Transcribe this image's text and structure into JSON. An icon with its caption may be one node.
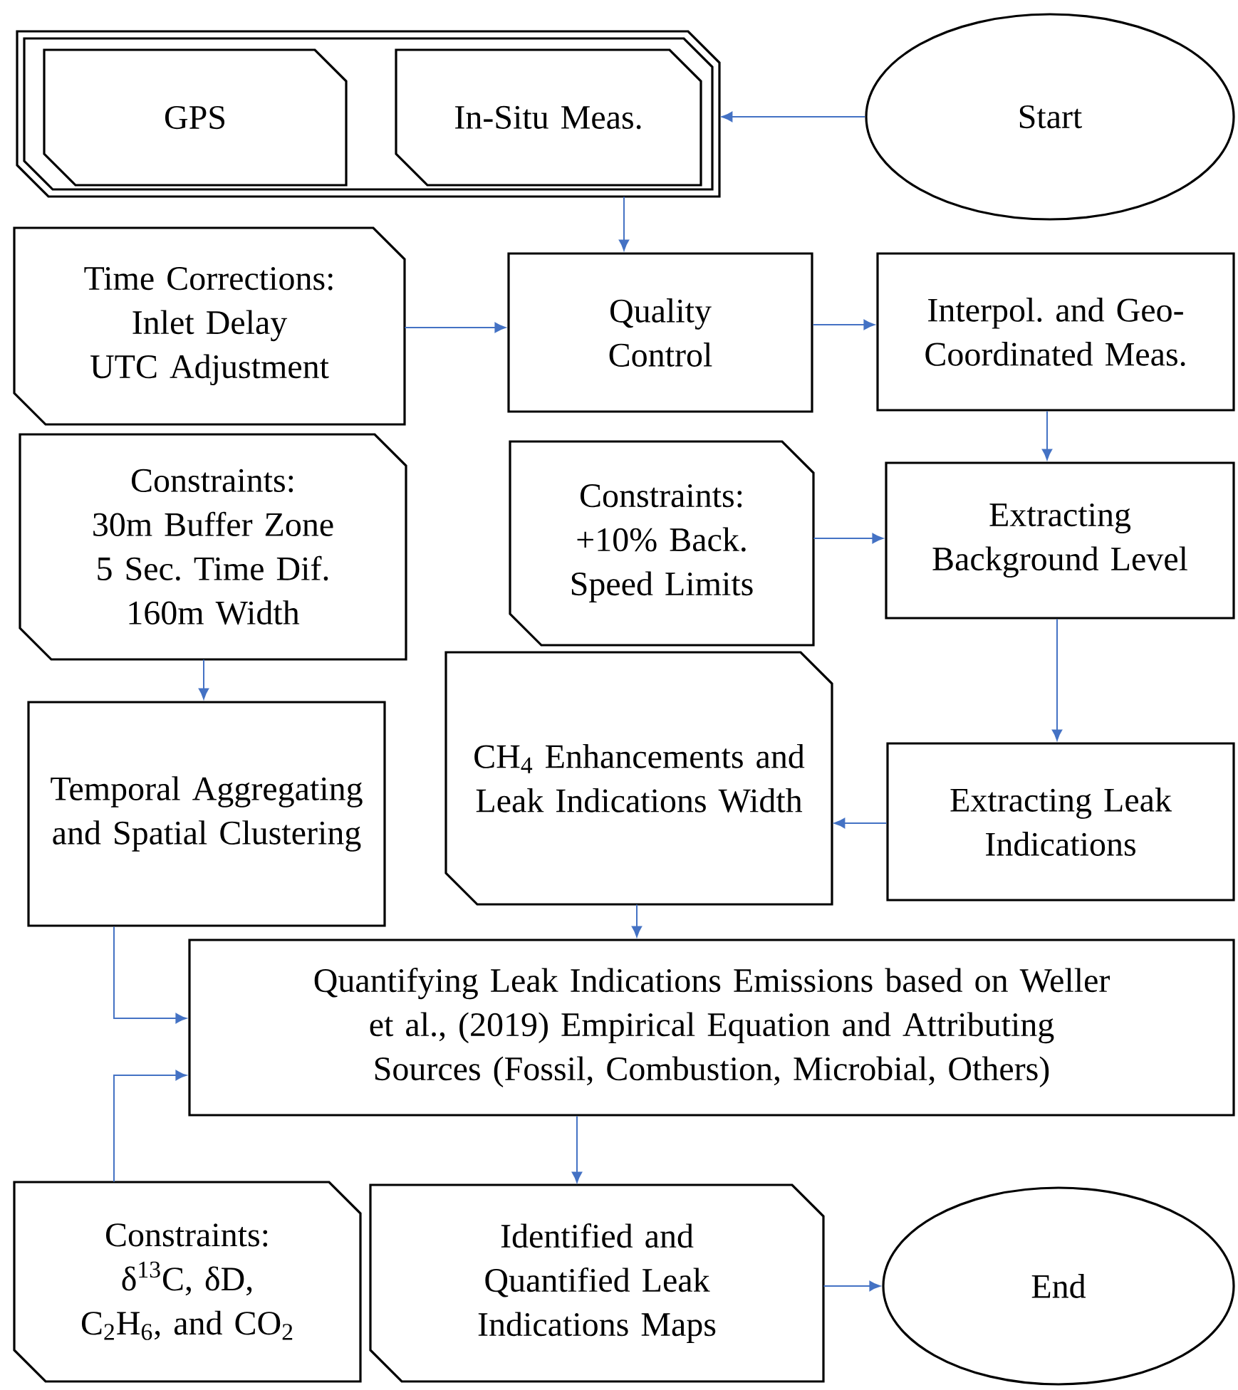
{
  "diagram": {
    "nodes": [
      {
        "text": [],
        "shape": "box"
      },
      {
        "text": [
          "GPS"
        ],
        "in": 0
      },
      {
        "text": [
          "In-Situ Meas."
        ],
        "in": 0
      },
      {
        "text": [
          "Start"
        ]
      },
      {
        "text": [
          "Time Corrections:",
          "Inlet Delay",
          "UTC Adjustment"
        ]
      },
      {
        "text": [
          "Quality Control"
        ]
      },
      {
        "text": [
          "Interpol. and Geo-Coordinated Meas."
        ]
      },
      {
        "text": [
          "Constraints:",
          "30m Buffer Zone",
          "5 Sec. Time Dif.",
          "160m Width"
        ]
      },
      {
        "text": [
          "Constraints:",
          "+10% Back.",
          "Speed Limits"
        ]
      },
      {
        "text": [
          "Extracting Background Level"
        ]
      },
      {
        "text": [
          "Temporal Aggregating and Spatial Clustering"
        ]
      },
      {
        "text": [
          "CH$_{4}$ Enhancements and Leak Indications Width"
        ]
      },
      {
        "text": [
          "Extracting Leak Indications"
        ]
      },
      {
        "text": [
          "Quantifying Leak Indications Emissions based on Weller et al., (2019) Empirical Equation and Attributing Sources (Fossil, Combustion, Microbial, Others)"
        ]
      },
      {
        "text": [
          "Constraints:",
          "δ$^{13}$C, δD, C$_{2}$H$_{6}$, and CO$_{2}$"
        ]
      },
      {
        "text": [
          "Identified and Quantified Leak Indications Maps"
        ]
      },
      {
        "text": [
          "End"
        ]
      }
    ],
    "edges": [
      {
        "from": 3,
        "to": 0,
        "arrow": "to"
      },
      {
        "from": 0,
        "to": 5,
        "arrow": "to"
      },
      {
        "from": 4,
        "to": 5,
        "arrow": "to"
      },
      {
        "from": 5,
        "to": 6,
        "arrow": "to"
      },
      {
        "from": 6,
        "to": 9,
        "arrow": "to"
      },
      {
        "from": 8,
        "to": 9,
        "arrow": "to"
      },
      {
        "from": 9,
        "to": 12,
        "arrow": "to"
      },
      {
        "from": 12,
        "to": 11,
        "arrow": "to"
      },
      {
        "from": 7,
        "to": 10,
        "arrow": "to"
      },
      {
        "from": 10,
        "to": 13,
        "arrow": "to"
      },
      {
        "from": 11,
        "to": 13,
        "arrow": "to"
      },
      {
        "from": 14,
        "to": 13,
        "arrow": "to"
      },
      {
        "from": 13,
        "to": 15,
        "arrow": "to"
      },
      {
        "from": 15,
        "to": 16,
        "arrow": "to"
      }
    ]
  }
}
